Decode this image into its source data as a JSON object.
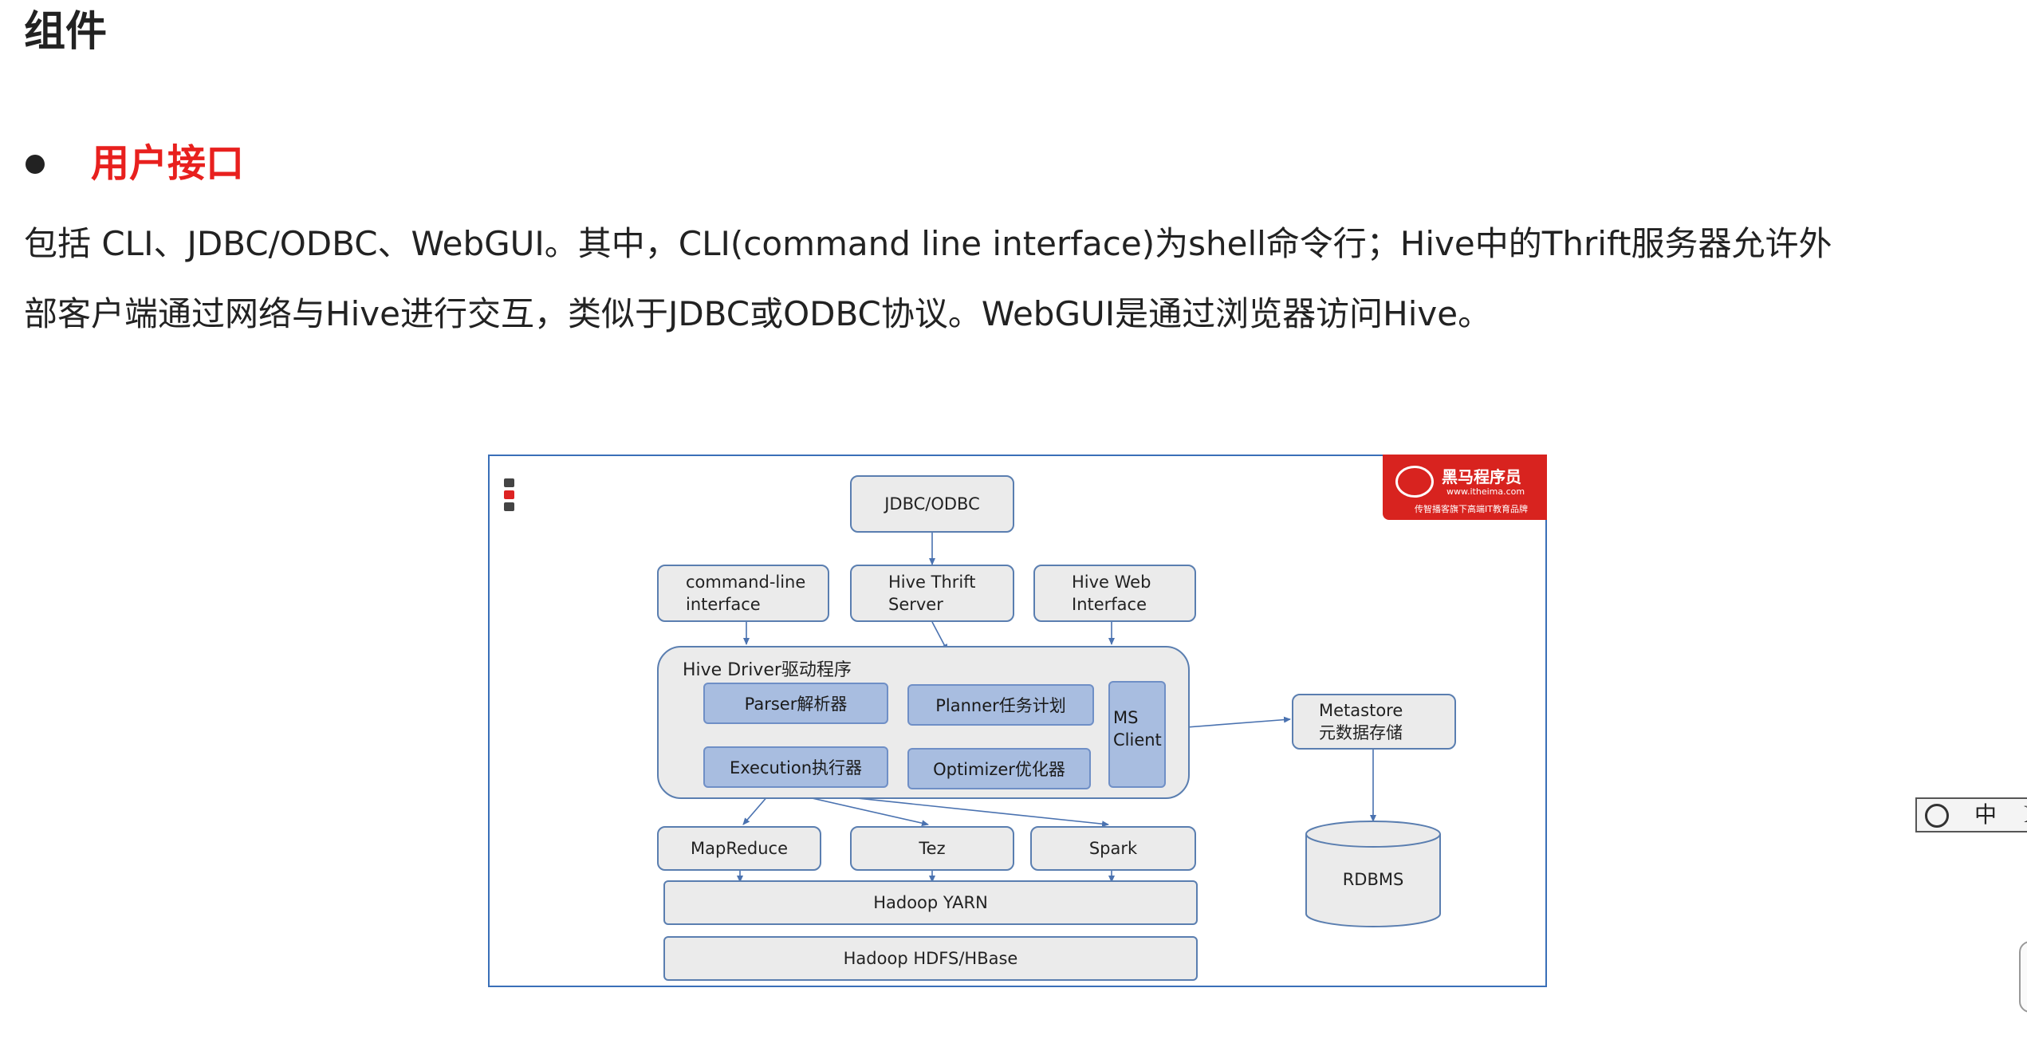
{
  "page": {
    "title": "组件",
    "bullet": "用户接口",
    "paragraph_line1": "包括 CLI、JDBC/ODBC、WebGUI。其中，CLI(command line interface)为shell命令行；Hive中的Thrift服务器允许外",
    "paragraph_line2": "部客户端通过网络与Hive进行交互，类似于JDBC或ODBC协议。WebGUI是通过浏览器访问Hive。"
  },
  "diagram": {
    "logo": {
      "name": "黑马程序员",
      "url": "www.itheima.com",
      "slogan": "传智播客旗下高端IT教育品牌"
    },
    "jdbc": "JDBC/ODBC",
    "cli_line1": "command-line",
    "cli_line2": "interface",
    "thrift_line1": "Hive Thrift",
    "thrift_line2": "Server",
    "web_line1": "Hive Web",
    "web_line2": "Interface",
    "driver": "Hive Driver驱动程序",
    "parser": "Parser解析器",
    "planner": "Planner任务计划",
    "execution": "Execution执行器",
    "optimizer": "Optimizer优化器",
    "ms_line1": "MS",
    "ms_line2": "Client",
    "metastore_line1": "Metastore",
    "metastore_line2": "元数据存储",
    "mapreduce": "MapReduce",
    "tez": "Tez",
    "spark": "Spark",
    "yarn": "Hadoop YARN",
    "hdfs": "Hadoop HDFS/HBase",
    "rdbms": "RDBMS"
  },
  "ime": {
    "label": "中",
    "moon": "☽"
  },
  "colors": {
    "bullet": "#e8201e",
    "frame_border": "#3a6fb8",
    "box_fill": "#ebebeb",
    "inner_fill": "#a8bde0",
    "logo": "#d8231f"
  }
}
